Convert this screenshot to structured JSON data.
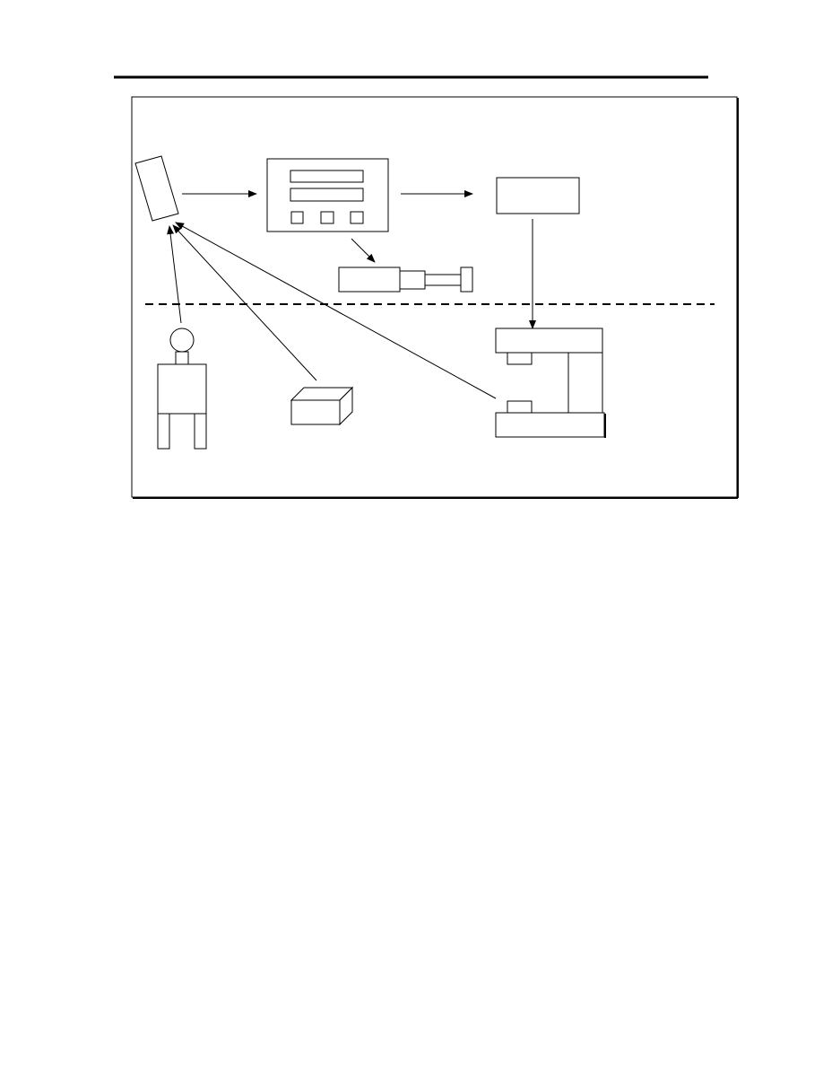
{
  "page": {
    "background": "#ffffff",
    "ink_color": "#000000"
  },
  "diagram": {
    "header_rule": true,
    "frame": true,
    "divider_style": "dashed",
    "components": [
      {
        "id": "sensor",
        "icon": "tilted-sensor-icon"
      },
      {
        "id": "controller",
        "icon": "control-panel-icon",
        "fields": 2,
        "buttons": 3
      },
      {
        "id": "output-box",
        "icon": "rectangle-box-icon"
      },
      {
        "id": "actuator",
        "icon": "cylinder-actuator-icon"
      },
      {
        "id": "operator",
        "icon": "person-figure-icon"
      },
      {
        "id": "workpiece",
        "icon": "box-3d-icon"
      },
      {
        "id": "machine",
        "icon": "press-machine-icon"
      }
    ],
    "connections": [
      {
        "from": "sensor",
        "to": "controller"
      },
      {
        "from": "controller",
        "to": "output-box"
      },
      {
        "from": "controller",
        "to": "actuator"
      },
      {
        "from": "output-box",
        "to": "machine"
      },
      {
        "from": "operator",
        "to": "sensor"
      },
      {
        "from": "workpiece",
        "to": "sensor"
      },
      {
        "from": "machine",
        "to": "sensor"
      }
    ]
  }
}
